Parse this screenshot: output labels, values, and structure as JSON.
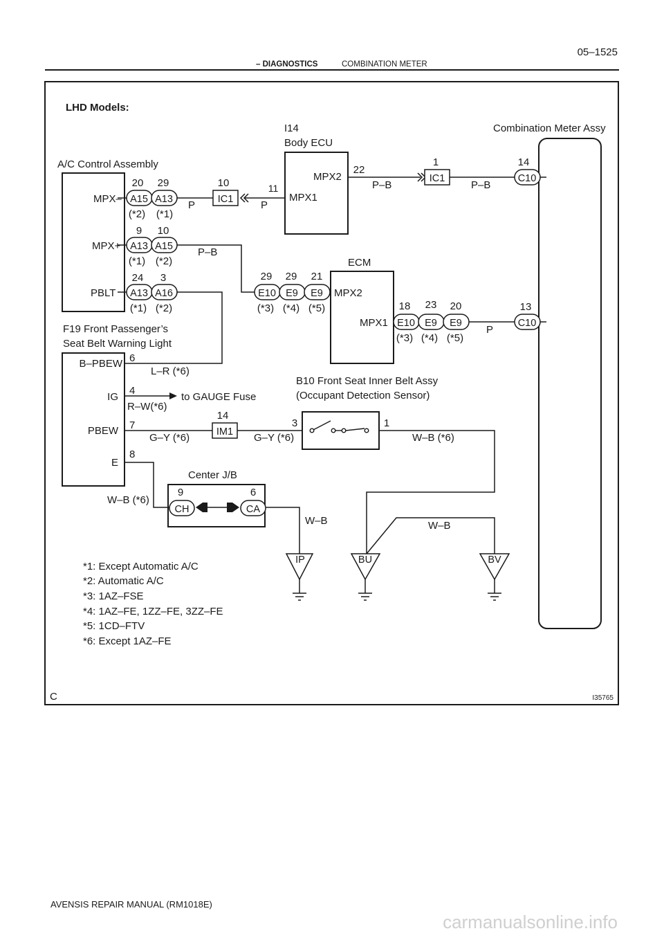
{
  "header": {
    "page_number": "05–1525",
    "section": "– DIAGNOSTICS",
    "dash": "–",
    "subsection": "COMBINATION METER"
  },
  "footer": {
    "manual": "AVENSIS REPAIR MANUAL   (RM1018E)",
    "watermark": "carmanualsonline.info"
  },
  "diagram": {
    "title": "LHD Models:",
    "figure_id": "I35765",
    "corner_letter": "C",
    "components": {
      "ac_control": {
        "name": "A/C Control Assembly",
        "pins": [
          "MPX–",
          "MPX+",
          "PBLT"
        ]
      },
      "body_ecu": {
        "code": "I14",
        "name": "Body ECU",
        "pins": [
          "MPX2",
          "MPX1"
        ]
      },
      "ecm": {
        "name": "ECM",
        "pins": [
          "MPX2",
          "MPX1"
        ]
      },
      "meter": {
        "name": "Combination Meter Assy"
      },
      "f19": {
        "line1": "F19 Front Passenger’s",
        "line2": "Seat Belt Warning Light",
        "pins": [
          "B–PBEW",
          "IG",
          "PBEW",
          "E"
        ]
      },
      "b10": {
        "line1": "B10 Front Seat Inner Belt Assy",
        "line2": "(Occupant Detection Sensor)"
      },
      "center_jb": {
        "name": "Center J/B"
      }
    },
    "connectors": {
      "a15_mpxm": "A15",
      "a13_mpxm": "A13",
      "a13_mpxp": "A13",
      "a15_mpxp": "A15",
      "a13_pblt": "A13",
      "a16_pblt": "A16",
      "ic1_left": "IC1",
      "ic1_right": "IC1",
      "c10_top": "C10",
      "c10_bot": "C10",
      "e10_in": "E10",
      "e9a_in": "E9",
      "e9b_in": "E9",
      "e10_out": "E10",
      "e9a_out": "E9",
      "e9b_out": "E9",
      "im1": "IM1",
      "ch": "CH",
      "ca": "CA"
    },
    "pins": {
      "a15_mpxm": "20",
      "a13_mpxm": "29",
      "a13_mpxp": "9",
      "a15_mpxp": "10",
      "a13_pblt": "24",
      "a16_pblt": "3",
      "ic1_left": "10",
      "body_mpx1": "11",
      "body_mpx2": "22",
      "ic1_right": "1",
      "c10_top": "14",
      "e10_in": "29",
      "e9a_in": "29",
      "e9b_in": "21",
      "e10_out": "18",
      "e9a_out": "23",
      "e9b_out": "20",
      "c10_bot": "13",
      "f19_bpbew": "6",
      "f19_ig": "4",
      "f19_pbew": "7",
      "f19_e": "8",
      "im1": "14",
      "b10_left": "3",
      "b10_right": "1",
      "ch": "9",
      "ca": "6"
    },
    "notes_markers": {
      "a15_mpxm": "(*2)",
      "a13_mpxm": "(*1)",
      "a13_mpxp": "(*1)",
      "a15_mpxp": "(*2)",
      "a13_pblt": "(*1)",
      "a16_pblt": "(*2)",
      "e10_in": "(*3)",
      "e9a_in": "(*4)",
      "e9b_in": "(*5)",
      "e10_out": "(*3)",
      "e9a_out": "(*4)",
      "e9b_out": "(*5)"
    },
    "wires": {
      "mpxm_to_ic1": "P",
      "ic1_to_body": "P",
      "body_to_ic1": "P–B",
      "ic1_to_meter": "P–B",
      "mpxp_to_ecm": "P–B",
      "ecm_to_meter": "P",
      "bpbew_to_pblt": "L–R (*6)",
      "ig_to_fuse": "R–W(*6)",
      "pbew_to_im1": "G–Y (*6)",
      "im1_to_b10": "G–Y (*6)",
      "b10_to_ground": "W–B (*6)",
      "e_to_jb": "W–B (*6)",
      "jb_to_ip": "W–B",
      "bu_to_bv": "W–B"
    },
    "fuse_label": "to GAUGE Fuse",
    "grounds": [
      "IP",
      "BU",
      "BV"
    ],
    "notes": [
      "*1: Except Automatic A/C",
      "*2: Automatic A/C",
      "*3: 1AZ–FSE",
      "*4: 1AZ–FE, 1ZZ–FE, 3ZZ–FE",
      "*5: 1CD–FTV",
      "*6: Except 1AZ–FE"
    ]
  }
}
